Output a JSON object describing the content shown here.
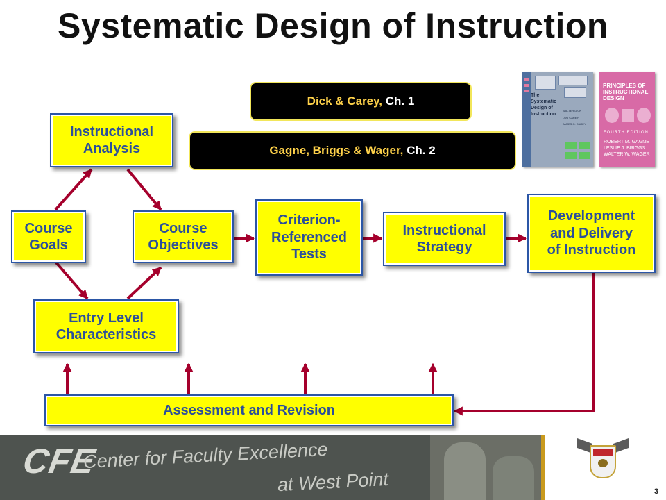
{
  "title": "Systematic Design of Instruction",
  "references": {
    "dick_carey": {
      "authors": "Dick & Carey,",
      "chapter": "Ch. 1"
    },
    "gagne": {
      "authors": "Gagne, Briggs & Wager,",
      "chapter": "Ch. 2"
    }
  },
  "book_dick": {
    "title": "The\nSystematic\nDesign of\nInstruction",
    "authors": "WALTER DICK\nLOU CAREY\nJAMES O. CAREY"
  },
  "book_gagne": {
    "title": "PRINCIPLES OF\nINSTRUCTIONAL\nDESIGN",
    "edition": "FOURTH EDITION",
    "authors": "ROBERT M. GAGNE\nLESLIE J. BRIGGS\nWALTER W. WAGER"
  },
  "boxes": {
    "instructional_analysis": "Instructional\nAnalysis",
    "course_goals": "Course\nGoals",
    "course_objectives": "Course\nObjectives",
    "entry_level": "Entry Level\nCharacteristics",
    "criterion_tests": "Criterion-\nReferenced\nTests",
    "instructional_strategy": "Instructional\nStrategy",
    "development_delivery": "Development\nand Delivery\nof Instruction",
    "assessment_revision": "Assessment and Revision"
  },
  "banner": {
    "logo": "CFE",
    "line1": "Center for Faculty Excellence",
    "line2": "at West Point"
  },
  "page_number": "3",
  "colors": {
    "box_fill": "#ffff00",
    "box_text": "#2c4f9a",
    "arrow": "#a5002c",
    "pill_bg": "#000000",
    "pill_author": "#ffd24a"
  }
}
